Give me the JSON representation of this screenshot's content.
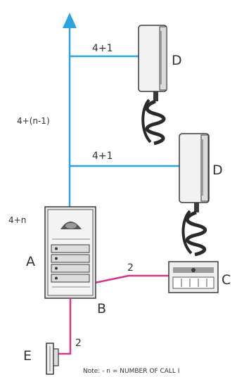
{
  "diagram": {
    "labels": {
      "line_4_plus_1_top": "4+1",
      "line_4_plus_1_mid": "4+1",
      "line_4_plus_n_minus_1": "4+(n-1)",
      "line_4_plus_n": "4+n",
      "line_2_right": "2",
      "line_2_bottom": "2"
    },
    "components": {
      "A": "A",
      "B": "B",
      "C": "C",
      "D_top": "D",
      "D_mid": "D",
      "E": "E"
    },
    "note": "Note: - n = NUMBER OF CALL I"
  },
  "colors": {
    "bus_line": "#2aa4e0",
    "power_line": "#d1378a",
    "outline": "#3a3a3a",
    "panel_fill": "#e6e6e6"
  }
}
